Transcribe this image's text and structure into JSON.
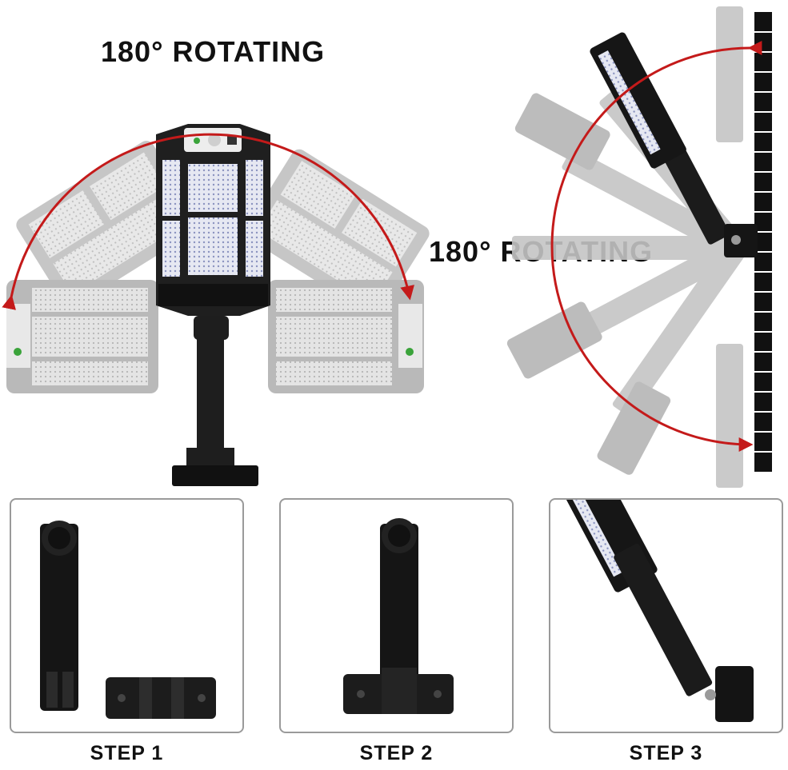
{
  "headings": {
    "rotate_left": "180° ROTATING",
    "rotate_right": "180° ROTATING"
  },
  "steps": [
    {
      "label": "STEP 1"
    },
    {
      "label": "STEP 2"
    },
    {
      "label": "STEP 3"
    }
  ],
  "colors": {
    "arrow": "#c41a1a",
    "device": "#1a1a1a",
    "ghost": "#b8b8b8",
    "panel_border": "#9a9a9a"
  }
}
